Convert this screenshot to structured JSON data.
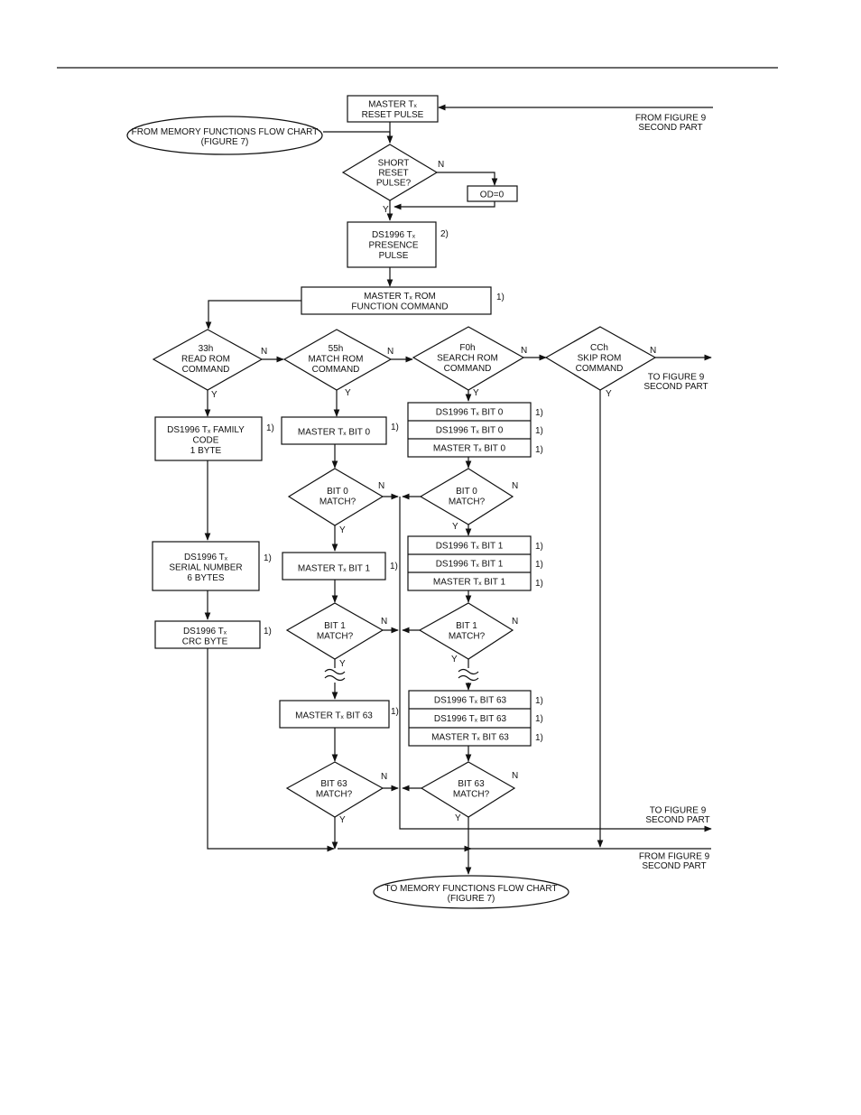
{
  "nodes": {
    "master_reset": [
      "MASTER Tₓ",
      "RESET PULSE"
    ],
    "from_memory": [
      "FROM MEMORY FUNCTIONS FLOW CHART",
      "(FIGURE 7)"
    ],
    "short_reset": [
      "SHORT",
      "RESET",
      "PULSE?"
    ],
    "od0": [
      "OD=0"
    ],
    "presence": [
      "DS1996 Tₓ",
      "PRESENCE",
      "PULSE"
    ],
    "rom_cmd": [
      "MASTER Tₓ ROM",
      "FUNCTION COMMAND"
    ],
    "read_rom": [
      "33h",
      "READ ROM",
      "COMMAND"
    ],
    "match_rom": [
      "55h",
      "MATCH ROM",
      "COMMAND"
    ],
    "search_rom": [
      "F0h",
      "SEARCH ROM",
      "COMMAND"
    ],
    "skip_rom": [
      "CCh",
      "SKIP ROM",
      "COMMAND"
    ],
    "family_code": [
      "DS1996 Tₓ FAMILY",
      "CODE",
      "1 BYTE"
    ],
    "serial_number": [
      "DS1996 Tₓ",
      "SERIAL NUMBER",
      "6 BYTES"
    ],
    "crc_byte": [
      "DS1996 Tₓ",
      "CRC BYTE"
    ],
    "m_bit0": [
      "MASTER Tₓ BIT 0"
    ],
    "m_bit1": [
      "MASTER Tₓ BIT 1"
    ],
    "m_bit63": [
      "MASTER Tₓ BIT 63"
    ],
    "match_bit0": [
      "BIT 0",
      "MATCH?"
    ],
    "match_bit1": [
      "BIT 1",
      "MATCH?"
    ],
    "match_bit63": [
      "BIT 63",
      "MATCH?"
    ],
    "s_bit0": [
      "DS1996 Tₓ BIT 0",
      "DS1996 Tₓ BIT 0",
      "MASTER Tₓ BIT 0"
    ],
    "s_bit1": [
      "DS1996 Tₓ BIT 1",
      "DS1996 Tₓ BIT 1",
      "MASTER Tₓ BIT 1"
    ],
    "s_bit63": [
      "DS1996 Tₓ BIT 63",
      "DS1996 Tₓ BIT 63",
      "MASTER Tₓ BIT 63"
    ],
    "search_match_bit0": [
      "BIT 0",
      "MATCH?"
    ],
    "search_match_bit1": [
      "BIT 1",
      "MATCH?"
    ],
    "search_match_bit63": [
      "BIT 63",
      "MATCH?"
    ],
    "to_memory": [
      "TO MEMORY FUNCTIONS FLOW CHART",
      "(FIGURE 7)"
    ]
  },
  "offpage": {
    "from_fig9_top": [
      "FROM FIGURE 9",
      "SECOND PART"
    ],
    "to_fig9_skip": [
      "TO FIGURE 9",
      "SECOND PART"
    ],
    "to_fig9_bottom": [
      "TO FIGURE 9",
      "SECOND PART"
    ],
    "from_fig9_bottom": [
      "FROM FIGURE 9",
      "SECOND PART"
    ]
  },
  "labels": {
    "yes": "Y",
    "no": "N"
  },
  "notes": {
    "one": "1)",
    "two": "2)"
  }
}
